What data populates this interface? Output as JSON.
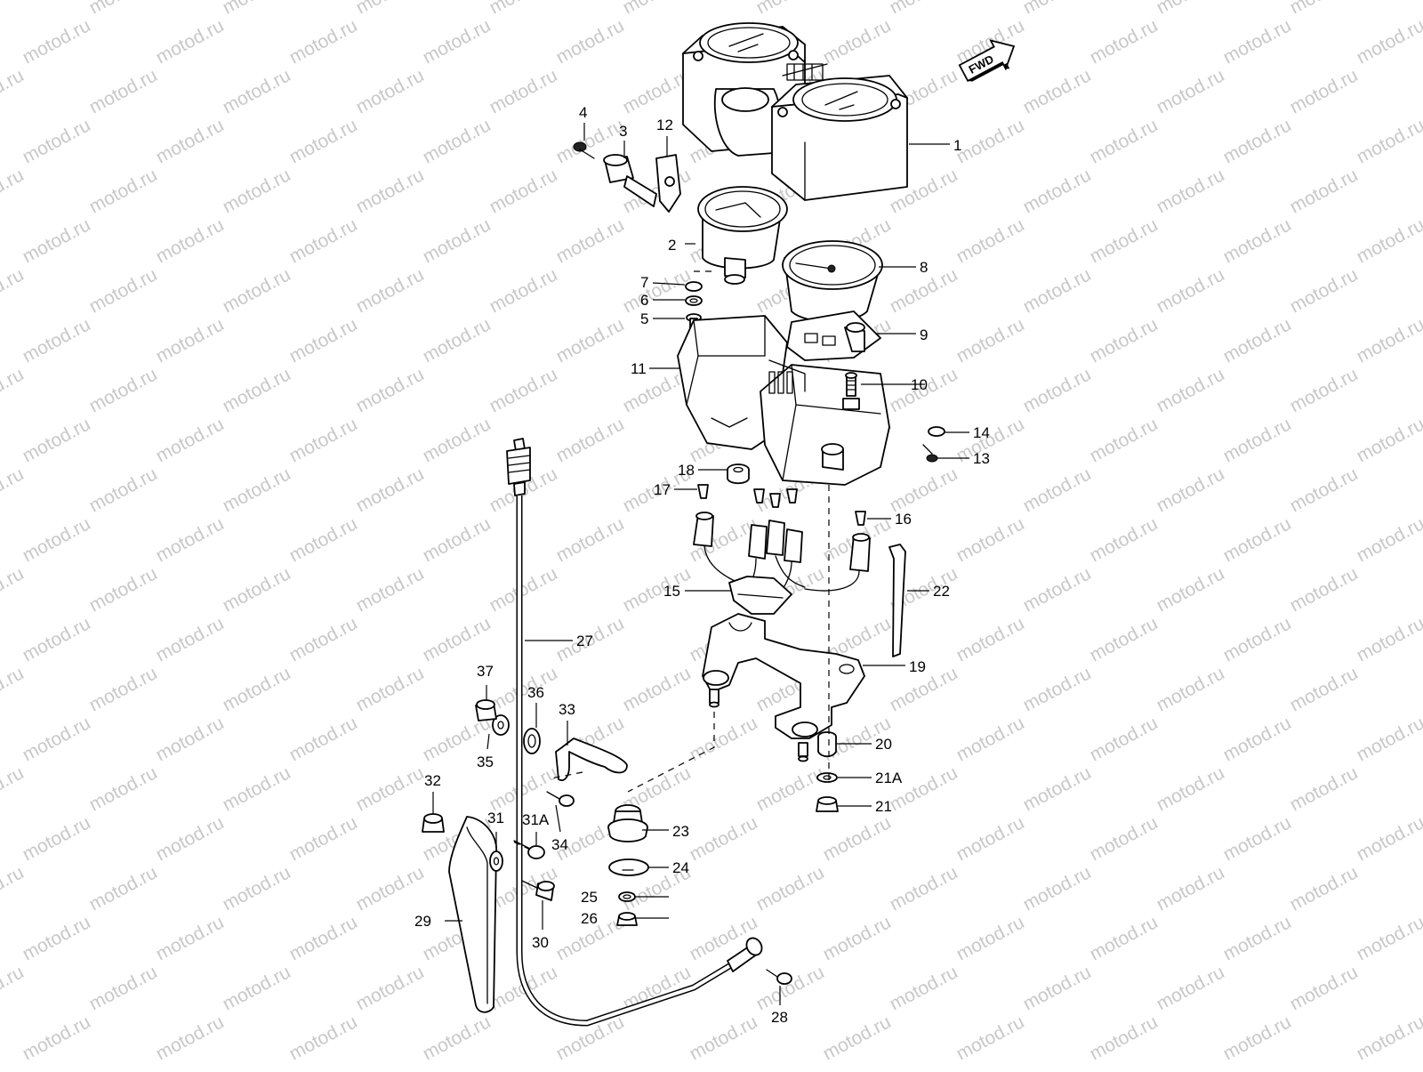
{
  "watermark": {
    "text": "motod.ru",
    "color": "#c8c8c8"
  },
  "fwd_arrow": {
    "label": "FWD"
  },
  "callouts": [
    "1",
    "2",
    "3",
    "4",
    "5",
    "6",
    "7",
    "8",
    "9",
    "10",
    "11",
    "12",
    "13",
    "14",
    "15",
    "16",
    "17",
    "18",
    "19",
    "20",
    "21",
    "21A",
    "22",
    "23",
    "24",
    "25",
    "26",
    "27",
    "28",
    "29",
    "30",
    "31",
    "31A",
    "32",
    "33",
    "34",
    "35",
    "36",
    "37"
  ]
}
